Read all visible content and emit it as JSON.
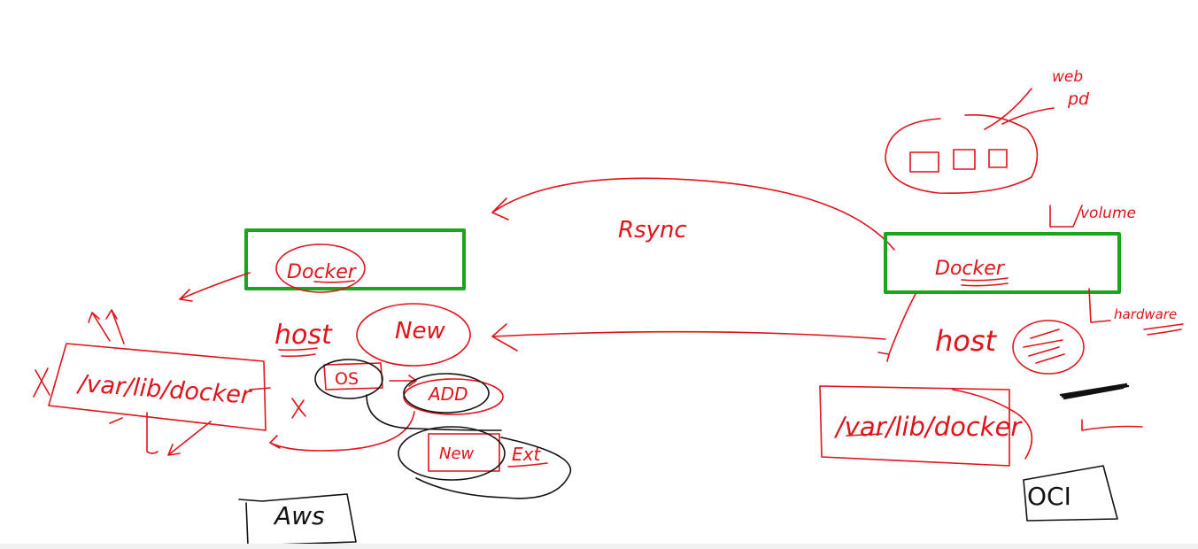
{
  "colors": {
    "ink_red": "#e0121a",
    "ink_black": "#111111",
    "box_green": "#1aa51a",
    "canvas": "#ffffff"
  },
  "left": {
    "docker": "Docker",
    "host": "host",
    "new_top": "New",
    "path": "/var/lib/docker",
    "os": "OS",
    "add": "ADD",
    "new_bottom": "New",
    "ext": "Ext",
    "cloud": "Aws"
  },
  "middle": {
    "rsync": "Rsync"
  },
  "right": {
    "web": "web",
    "pd": "pd",
    "volume": "volume",
    "docker": "Docker",
    "hardware": "hardware",
    "host": "host",
    "path": "/var/lib/docker",
    "cloud": "OCI"
  }
}
